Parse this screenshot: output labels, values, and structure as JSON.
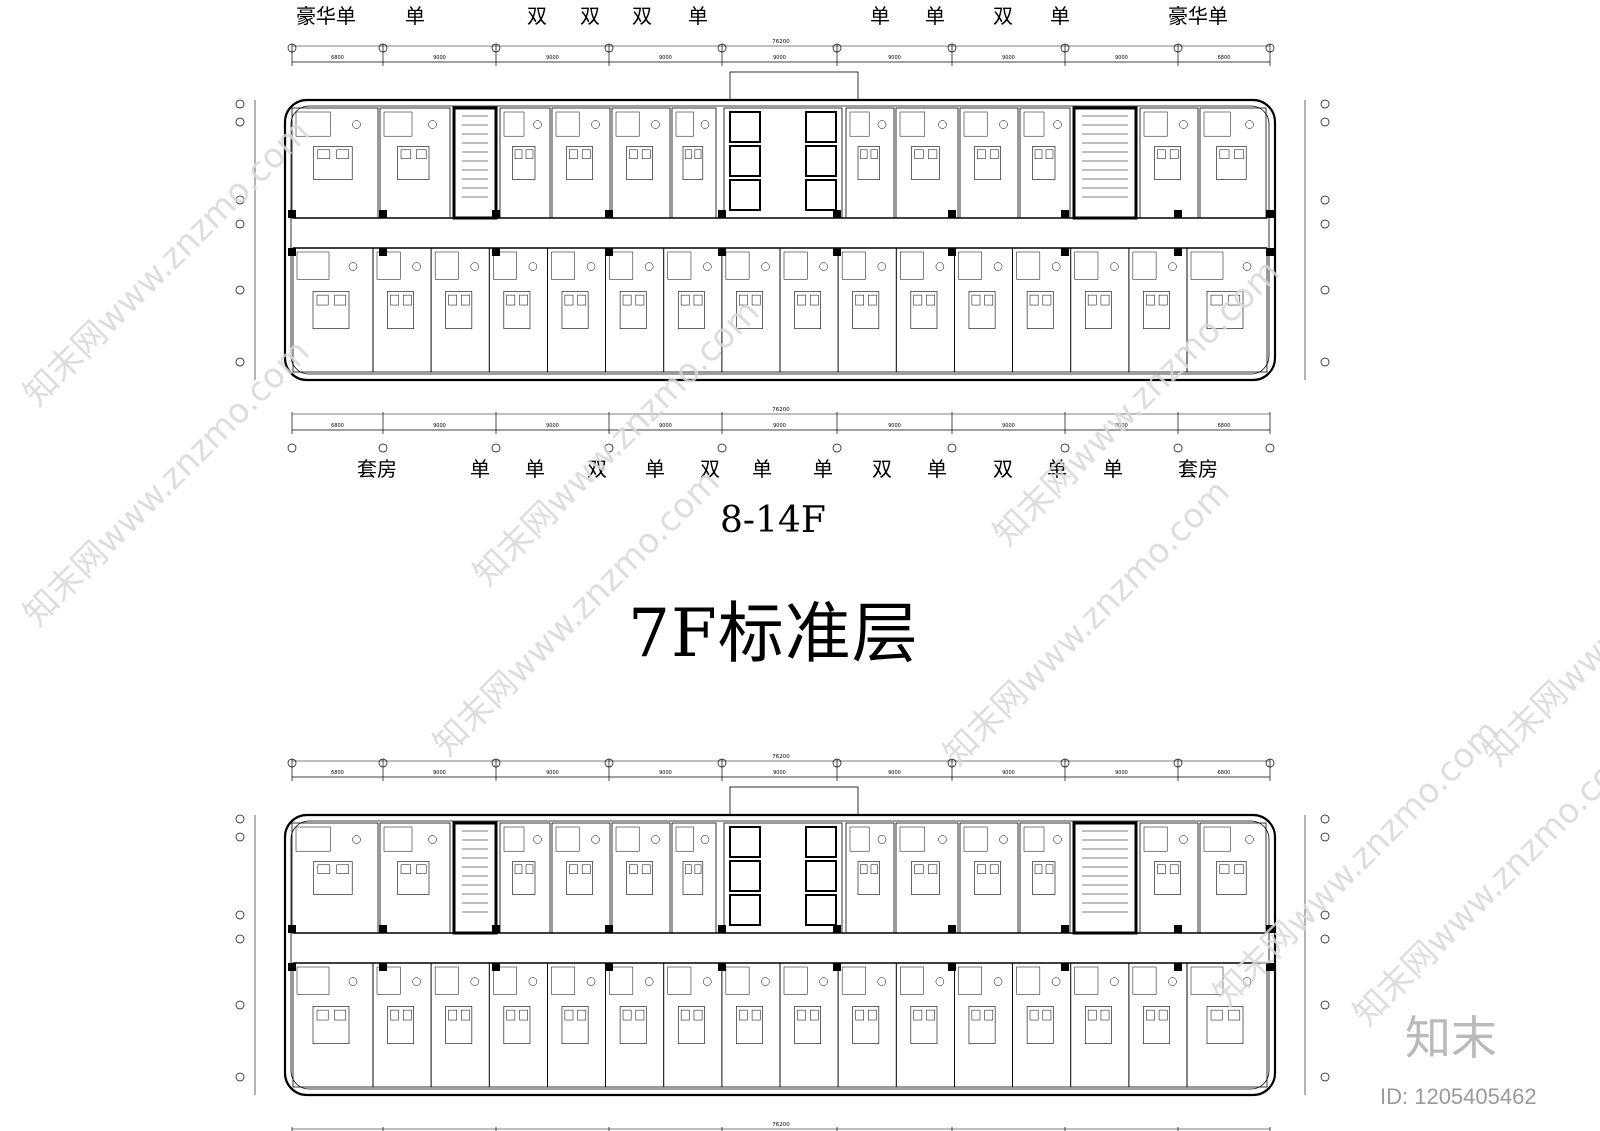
{
  "top_room_labels": [
    "豪华单",
    "单",
    "双",
    "双",
    "双",
    "单",
    "单",
    "单",
    "双",
    "单",
    "豪华单"
  ],
  "bottom_room_labels": [
    "套房",
    "单",
    "单",
    "双",
    "单",
    "双",
    "单",
    "单",
    "双",
    "单",
    "双",
    "单",
    "单",
    "套房"
  ],
  "plan_title_floors": "8-14F",
  "plan_title_main": "7F标准层",
  "overall_dimension": "76200",
  "bay_dimensions": [
    "6800",
    "9000",
    "9000",
    "9000",
    "9000",
    "9000",
    "9000",
    "9000",
    "6800"
  ],
  "brand_text": "知末",
  "id_text": "ID: 1205405462",
  "watermark_text": "知末网www.znzmo.com"
}
